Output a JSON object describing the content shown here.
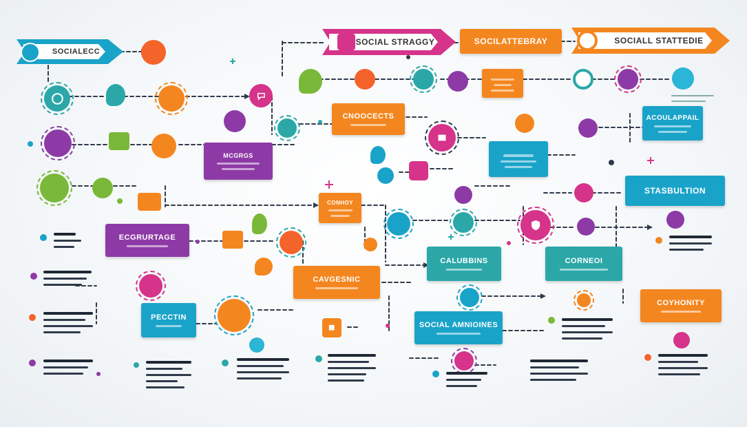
{
  "banners": {
    "top_left": "SOCIALECC",
    "top_mid_1": "SOCIAL STRAGGY",
    "top_mid_2": "SOCILATTEBRAY",
    "top_right": "SOCIALL STATTEDIE"
  },
  "boxes": {
    "cnoocets": "CNOOCECTS",
    "mcgrgs": "MCGRGS",
    "ecgrurtage": "ECGRURTAGE",
    "pecctin": "PECCTIN",
    "cavgesnic": "CAVGESNIC",
    "social_amnioines": "SOCIAL AMNIOINES",
    "calubbins": "CALUBBINS",
    "conhnoi": "CORNEOI",
    "coghoty": "COYHONITY",
    "accuariafl": "ACOULAPPAIL",
    "stasbultion": "STASBULTION",
    "conhoy": "CONHOY"
  },
  "colors": {
    "orange": "#f4861f",
    "purple": "#8e3aa6",
    "teal": "#2ba7a8",
    "cyan": "#1aa3c9",
    "magenta": "#d6338a",
    "green": "#7ab83a",
    "navy": "#2f3a4a"
  },
  "icons": [
    "chat-icon",
    "clock-icon",
    "heart-icon",
    "megaphone-icon",
    "share-icon",
    "like-icon",
    "message-icon",
    "folder-icon",
    "bird-icon",
    "person-icon",
    "target-icon",
    "play-icon",
    "pencil-icon",
    "flag-icon"
  ]
}
